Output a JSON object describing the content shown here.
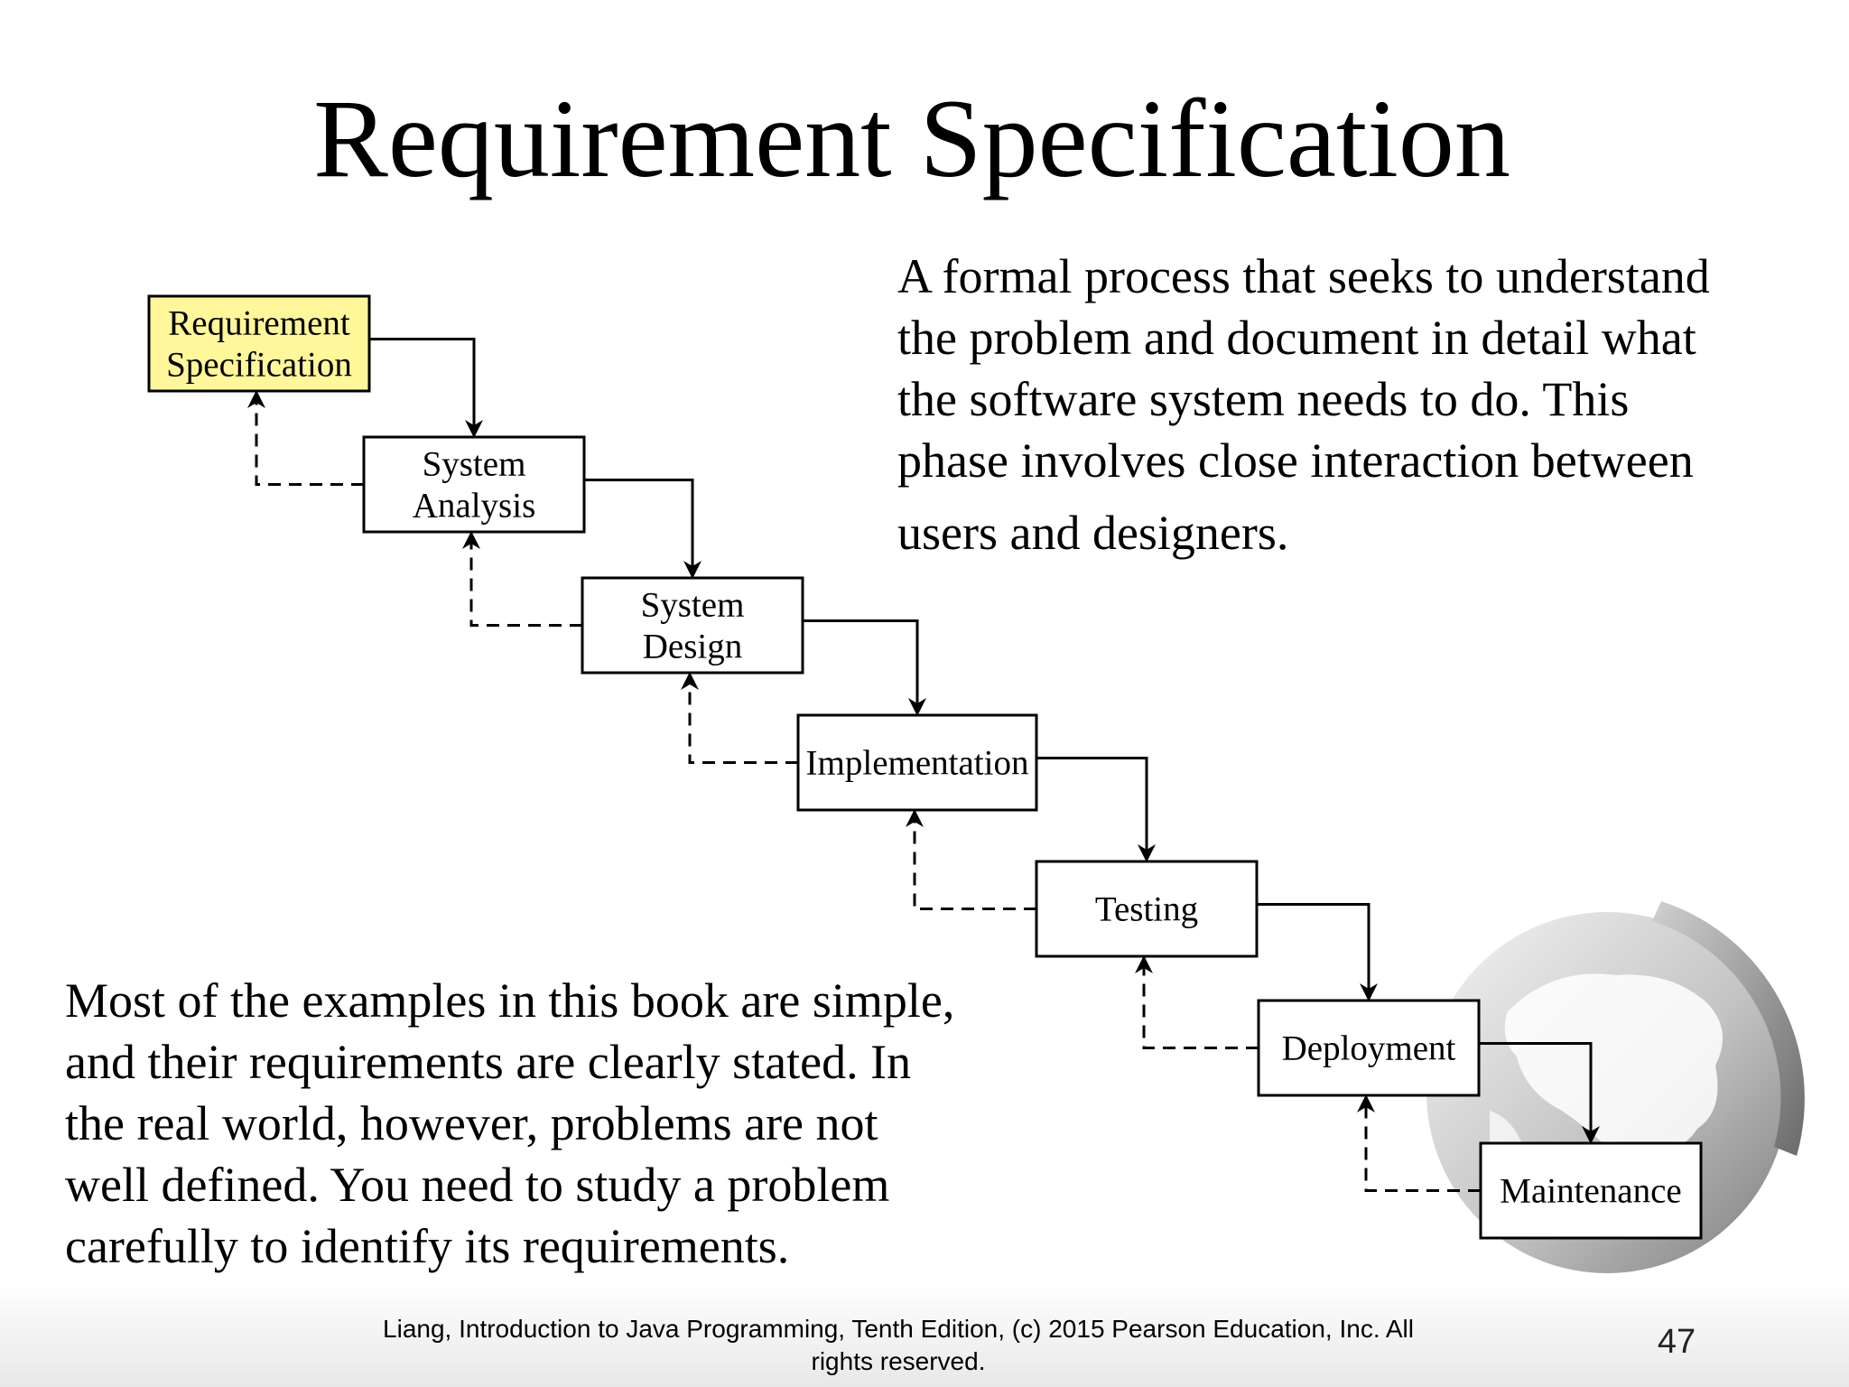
{
  "slide": {
    "title": "Requirement Specification",
    "description": [
      "A formal process that seeks to understand",
      "the problem and document in detail what",
      "the software system needs to do. This",
      "phase involves close interaction between",
      "users and designers."
    ],
    "note": [
      "Most of the examples in this book are simple,",
      "and their requirements are clearly stated. In",
      "the real world, however, problems are not",
      "well defined. You need to study a problem",
      "carefully to identify its requirements."
    ],
    "footer": [
      "Liang, Introduction to Java Programming, Tenth Edition, (c) 2015 Pearson Education, Inc. All",
      "rights reserved."
    ],
    "page_number": "47"
  },
  "diagram": {
    "stages": [
      {
        "lines": [
          "Requirement",
          "Specification"
        ],
        "highlighted": true
      },
      {
        "lines": [
          "System",
          "Analysis"
        ],
        "highlighted": false
      },
      {
        "lines": [
          "System",
          "Design"
        ],
        "highlighted": false
      },
      {
        "lines": [
          "Implementation"
        ],
        "highlighted": false
      },
      {
        "lines": [
          "Testing"
        ],
        "highlighted": false
      },
      {
        "lines": [
          "Deployment"
        ],
        "highlighted": false
      },
      {
        "lines": [
          "Maintenance"
        ],
        "highlighted": false
      }
    ],
    "forward_arrow_style": "solid",
    "feedback_arrow_style": "dashed"
  },
  "colors": {
    "highlight_fill": "#fff799",
    "box_fill": "#ffffff",
    "stroke": "#000000",
    "text": "#000000"
  }
}
